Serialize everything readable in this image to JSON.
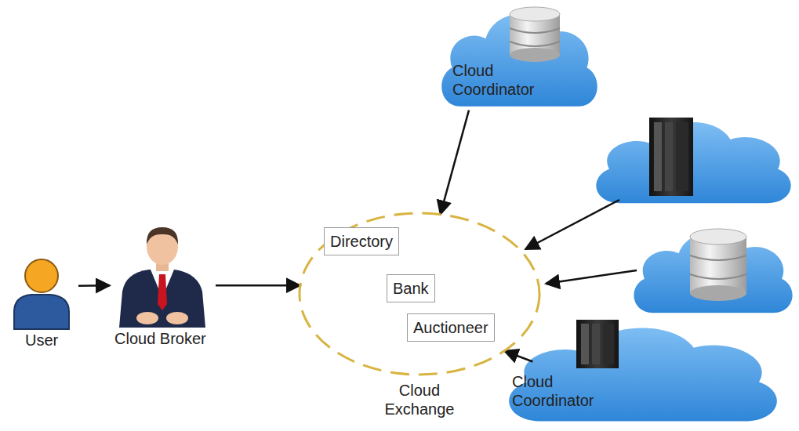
{
  "diagram": {
    "nodes": [
      {
        "text": [
          "User"
        ]
      },
      {
        "text": [
          "Cloud Broker"
        ]
      },
      {
        "text": [
          "Cloud Exchange"
        ]
      },
      {
        "text": [
          "Directory"
        ],
        "in": 2
      },
      {
        "text": [
          "Bank"
        ],
        "in": 2
      },
      {
        "text": [
          "Auctioneer"
        ],
        "in": 2
      },
      {
        "text": [
          "Cloud Coordinator"
        ]
      },
      {
        "text": [
          "Cloud Coordinator"
        ]
      }
    ],
    "edges": [
      {
        "from": 0,
        "to": 1,
        "arrow": "to"
      },
      {
        "from": 1,
        "to": 2,
        "arrow": "to"
      },
      {
        "from": 6,
        "to": 2,
        "arrow": "to"
      },
      {
        "from": 7,
        "to": 2,
        "arrow": "to"
      }
    ]
  }
}
